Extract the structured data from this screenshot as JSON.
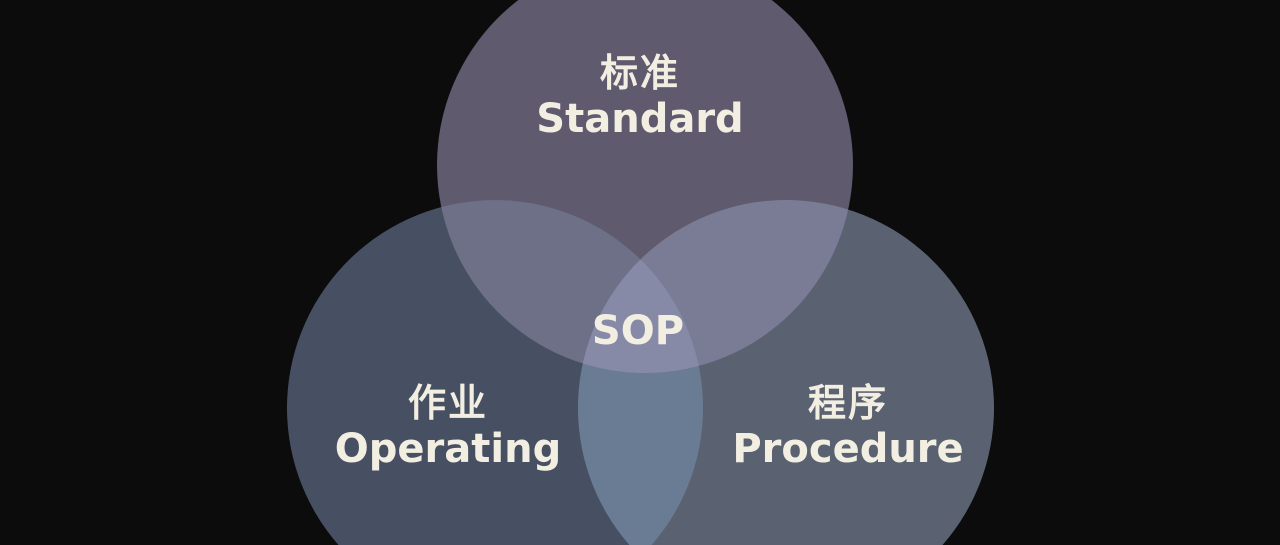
{
  "center": {
    "label": "SOP"
  },
  "circles": [
    {
      "zh": "标准",
      "en": "Standard",
      "color": "#5f5a6e"
    },
    {
      "zh": "作业",
      "en": "Operating",
      "color": "#475062"
    },
    {
      "zh": "程序",
      "en": "Procedure",
      "color": "#5a6272"
    }
  ],
  "overlap_colors": {
    "top_left": "#6e7088",
    "top_right": "#7a7c96",
    "left_right": "#6a7c94",
    "all": "#878aa6"
  }
}
